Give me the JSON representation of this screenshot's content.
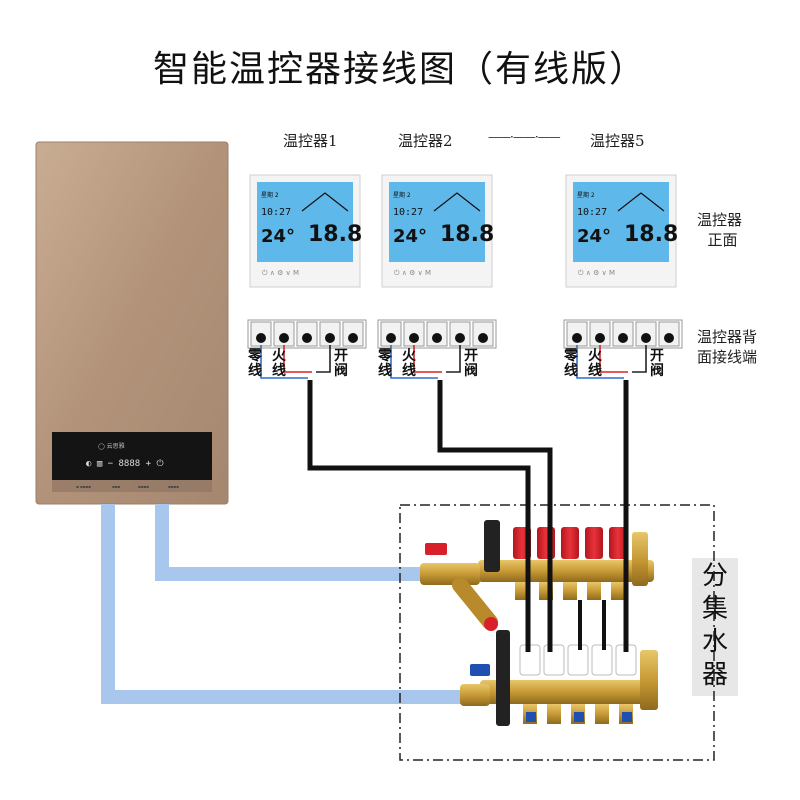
{
  "title": "智能温控器接线图（有线版）",
  "thermostats": [
    {
      "label": "温控器1"
    },
    {
      "label": "温控器2"
    },
    {
      "label": "温控器5"
    }
  ],
  "ellipsis": "——·——·——",
  "front_label": [
    "温控器",
    "正面"
  ],
  "back_label": [
    "温控器背",
    "面接线端"
  ],
  "terminals": {
    "neutral": [
      "零",
      "线"
    ],
    "live": [
      "火",
      "线"
    ],
    "valve": [
      "开",
      "阀"
    ]
  },
  "display": {
    "week": "星期",
    "day": "2",
    "time": "10:27",
    "set": "24",
    "temp": "18",
    "temp_dec": ".8",
    "unit": "°C"
  },
  "manifold_label": [
    "分",
    "集",
    "水",
    "器"
  ],
  "colors": {
    "pipe": "#a9c6ec",
    "boiler": "#b79a80",
    "lcd": "#5fb8ea",
    "valve_red": "#d8202a",
    "brass": "#c9a040",
    "blue_valve": "#1f4fb0"
  }
}
